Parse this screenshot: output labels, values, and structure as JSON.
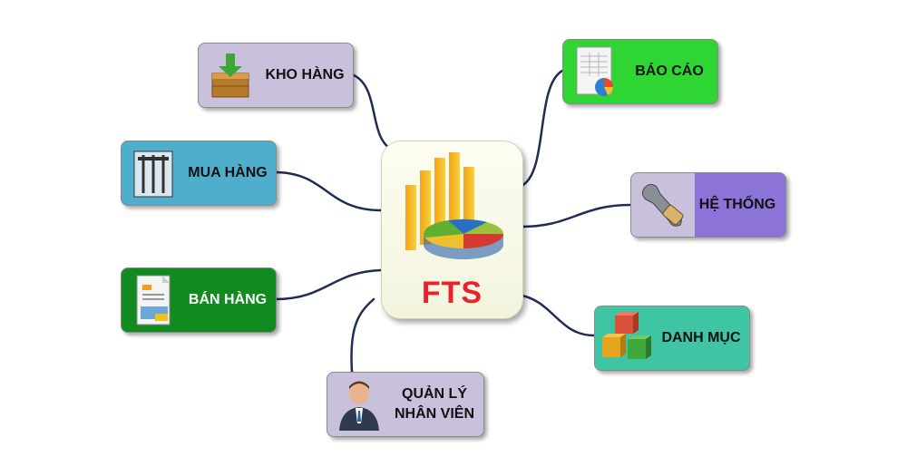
{
  "center": {
    "title": "FTS",
    "icon": "bar-pie-chart-icon"
  },
  "nodes": {
    "kho_hang": {
      "label": "KHO HÀNG",
      "color": "#c9c0dc",
      "icon": "warehouse-box-icon"
    },
    "mua_hang": {
      "label": "MUA HÀNG",
      "color": "#4eaecb",
      "icon": "shopping-cart-icon"
    },
    "ban_hang": {
      "label": "BÁN HÀNG",
      "color": "#118a1f",
      "icon": "invoice-icon"
    },
    "quan_ly": {
      "label": "QUẢN LÝ\nNHÂN VIÊN",
      "color": "#c9c0dc",
      "icon": "employee-icon"
    },
    "bao_cao": {
      "label": "BÁO CÁO",
      "color": "#2fd533",
      "icon": "report-sheet-icon"
    },
    "he_thong": {
      "label": "HỆ THỐNG",
      "color": "#8c73d8",
      "icon": "wrench-icon"
    },
    "danh_muc": {
      "label": "DANH MỤC",
      "color": "#3fc5a3",
      "icon": "boxes-icon"
    }
  },
  "connector_color": "#1f2d56"
}
